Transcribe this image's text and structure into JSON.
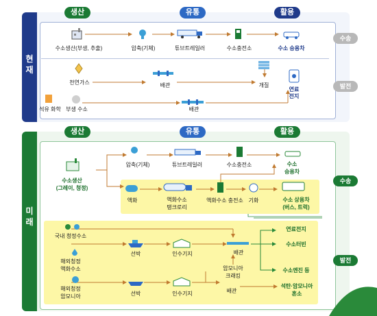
{
  "headers": {
    "production": "생산",
    "distribution": "유통",
    "utilization": "활용"
  },
  "current": {
    "label": "현재",
    "row1": {
      "items": [
        "수소생산(부생, 추출)",
        "압축(기체)",
        "튜브트레일러",
        "수소충전소",
        "수소 승용차"
      ],
      "side": "수송"
    },
    "row2": {
      "items": [
        "천연가스",
        "배관",
        "개질",
        "연료전지"
      ],
      "items2": [
        "석유 화학",
        "부생 수소",
        "배관"
      ],
      "side": "발전"
    }
  },
  "future": {
    "label": "미래",
    "transport": {
      "source": "수소생산\n(그레이, 청정)",
      "gas": [
        "압축(기체)",
        "튜브트레일러",
        "수소충전소",
        "수소\n승용차"
      ],
      "liquid": [
        "액화",
        "액화수소\n탱크로리",
        "액화수소 충전소",
        "기화",
        "수소 상용차\n(버스, 트럭)"
      ],
      "side": "수송"
    },
    "power": {
      "sources": [
        "국내 청정수소",
        "해외청정\n액화수소",
        "해외청정\n암모니아"
      ],
      "mid": [
        "선박",
        "인수기지",
        "배관",
        "선박",
        "인수기지",
        "배관",
        "암모니아\n크래킹"
      ],
      "uses": [
        "연료전지",
        "수소터빈",
        "수소엔진 등",
        "석탄·암모니아\n혼소"
      ],
      "side": "발전"
    }
  },
  "colors": {
    "navy": "#1f3a8a",
    "green": "#1b7a34",
    "blue": "#2d69c4",
    "yellow": "#fdf7a6",
    "orange": "#d08a3c"
  }
}
